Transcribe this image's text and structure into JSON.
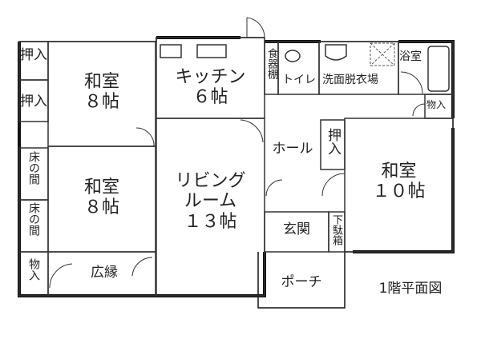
{
  "title": "1階平面図",
  "rooms": {
    "washitsu_upper": "和室\n８帖",
    "washitsu_lower": "和室\n８帖",
    "kitchen": "キッチン\n６帖",
    "living": "リビング\nルーム\n１３帖",
    "washitsu_10": "和室\n１０帖",
    "hall": "ホール",
    "genkan": "玄関",
    "porch": "ポーチ",
    "hiroen": "広縁",
    "toilet": "トイレ",
    "senmen": "洗面脱衣場",
    "yokushitsu": "浴室",
    "shokkidana": "食器棚",
    "getabako": "下駄箱",
    "oshiire_1": "押入",
    "oshiire_2": "押入",
    "oshiire_3": "押入",
    "tokonoma_1": "床の間",
    "tokonoma_2": "床の間",
    "monoire_left": "物入",
    "monoire_right": "物入"
  },
  "colors": {
    "wall": "#111111",
    "line": "#333333"
  }
}
